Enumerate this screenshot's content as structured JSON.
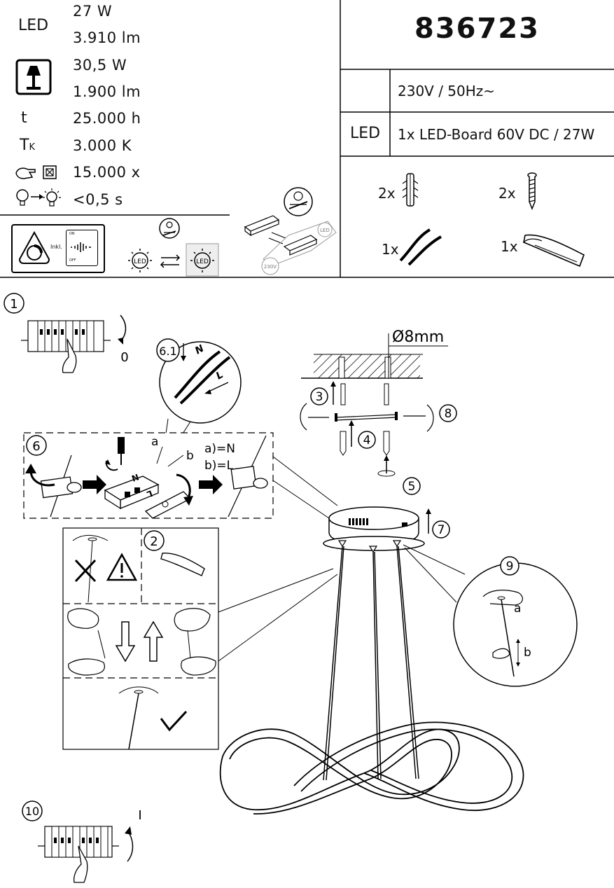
{
  "specs": {
    "led_label": "LED",
    "led_power": "27 W",
    "led_lumen": "3.910 lm",
    "lamp_power": "30,5 W",
    "lamp_lumen": "1.900 lm",
    "life_label": "t",
    "life_value": "25.000 h",
    "tk_label": "T",
    "tk_sub": "K",
    "tk_value": "3.000 K",
    "switch_value": "15.000 x",
    "start_value": "<0,5 s"
  },
  "dimmer": {
    "inkl": "Inkl.",
    "on": "ON",
    "off": "OFF"
  },
  "product": {
    "code": "836723",
    "voltage": "230V / 50Hz~",
    "led_row_label": "LED",
    "led_board": "1x LED-Board 60V DC / 27W"
  },
  "accessories": {
    "dowel_qty": "2x",
    "screw_qty": "2x",
    "cable_qty": "1x",
    "cover_qty": "1x"
  },
  "driver_diagram": {
    "led_tag": "LED",
    "voltage_tag": "230V",
    "led_icon_text": "LED"
  },
  "steps": {
    "s1": "1",
    "s1_off": "0",
    "s2": "2",
    "s3": "3",
    "s4": "4",
    "s5": "5",
    "s6": "6",
    "s6_1": "6.1",
    "s6_a": "a",
    "s6_b": "b",
    "s6_n": "a)=N",
    "s6_l": "b)=L",
    "s6_1_n": "N",
    "s6_1_l": "L",
    "s6_term_n": "N",
    "s6_term_l": "L",
    "s7": "7",
    "s8": "8",
    "s9": "9",
    "s9_a": "a",
    "s9_b": "b",
    "s10": "10",
    "s10_on": "I",
    "diameter": "Ø8mm"
  }
}
